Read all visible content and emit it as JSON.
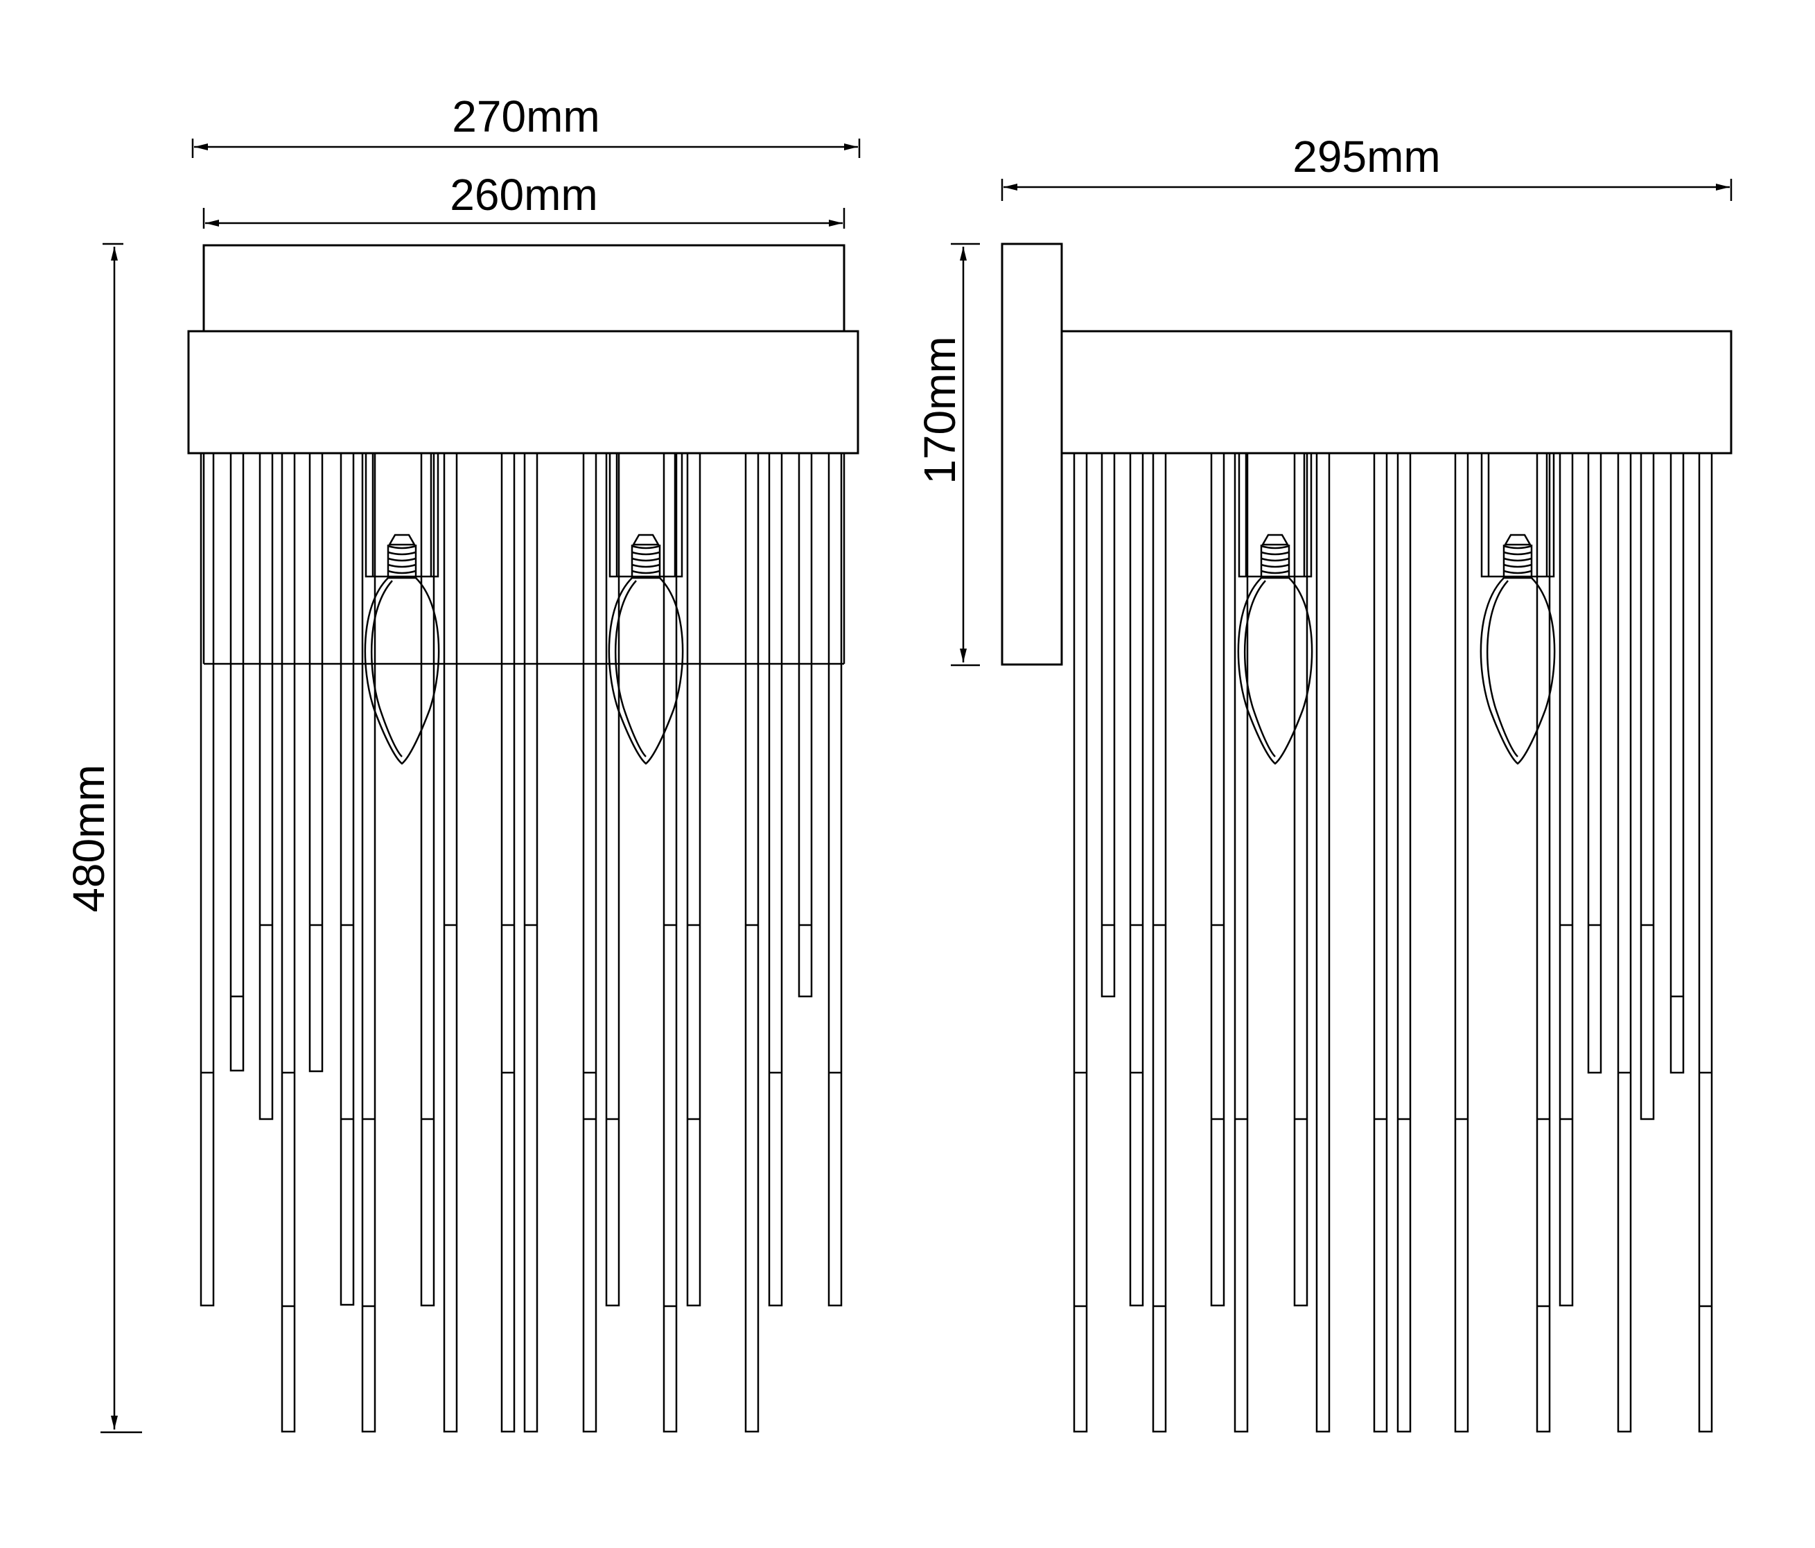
{
  "dimensions": {
    "front_outer_width": "270mm",
    "front_inner_width": "260mm",
    "total_height": "480mm",
    "side_depth": "295mm",
    "backplate_height": "170mm"
  },
  "colors": {
    "line": "#000000",
    "background": "#ffffff"
  }
}
